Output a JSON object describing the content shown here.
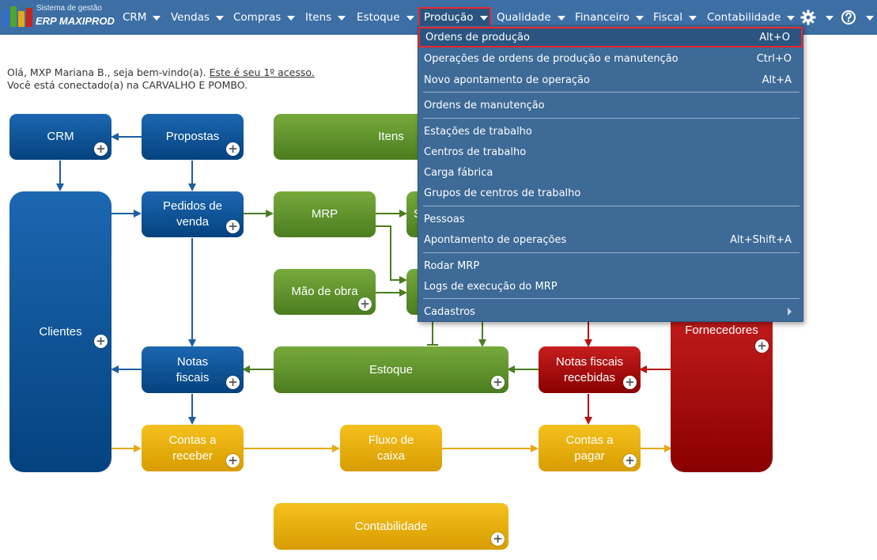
{
  "brand": {
    "sup": "Sistema de gestão",
    "main": "ERP MAXIPROD"
  },
  "nav": {
    "crm": "CRM",
    "vendas": "Vendas",
    "compras": "Compras",
    "itens": "Itens",
    "estoque": "Estoque",
    "producao": "Produção",
    "qualidade": "Qualidade",
    "financeiro": "Financeiro",
    "fiscal": "Fiscal",
    "contabilidade": "Contabilidade"
  },
  "welcome": {
    "greeting": "Olá, MXP Mariana B., seja bem-vindo(a).",
    "first_access": "Este é seu 1º acesso.",
    "connected": "Você está conectado(a) na CARVALHO E POMBO."
  },
  "menu": {
    "ordens_producao": {
      "label": "Ordens de produção",
      "shortcut": "Alt+O"
    },
    "operacoes_ordens": {
      "label": "Operações de ordens de produção e manutenção",
      "shortcut": "Ctrl+O"
    },
    "novo_apontamento": {
      "label": "Novo apontamento de operação",
      "shortcut": "Alt+A"
    },
    "ordens_manutencao": {
      "label": "Ordens de manutenção"
    },
    "estacoes": {
      "label": "Estações de trabalho"
    },
    "centros": {
      "label": "Centros de trabalho"
    },
    "carga": {
      "label": "Carga fábrica"
    },
    "grupos": {
      "label": "Grupos de centros de trabalho"
    },
    "pessoas": {
      "label": "Pessoas"
    },
    "apontamento_ops": {
      "label": "Apontamento de operações",
      "shortcut": "Alt+Shift+A"
    },
    "rodar_mrp": {
      "label": "Rodar MRP"
    },
    "logs_mrp": {
      "label": "Logs de execução do MRP"
    },
    "cadastros": {
      "label": "Cadastros"
    }
  },
  "diagram": {
    "crm": "CRM",
    "propostas": "Propostas",
    "itens": "Itens",
    "clientes": "Clientes",
    "pedidos_l1": "Pedidos de",
    "pedidos_l2": "venda",
    "mrp": "MRP",
    "mao_obra": "Mão de obra",
    "notas_l1": "Notas",
    "notas_l2": "fiscais",
    "estoque": "Estoque",
    "nfr_l1": "Notas fiscais",
    "nfr_l2": "recebidas",
    "fornecedores": "Fornecedores",
    "receber_l1": "Contas a",
    "receber_l2": "receber",
    "fluxo_l1": "Fluxo de",
    "fluxo_l2": "caixa",
    "pagar_l1": "Contas a",
    "pagar_l2": "pagar",
    "contabilidade": "Contabilidade",
    "hidden_s": "S"
  },
  "colors": {
    "topbar": "#3d6fa5",
    "menu": "#3d6a96",
    "highlight": "#e8262e"
  }
}
